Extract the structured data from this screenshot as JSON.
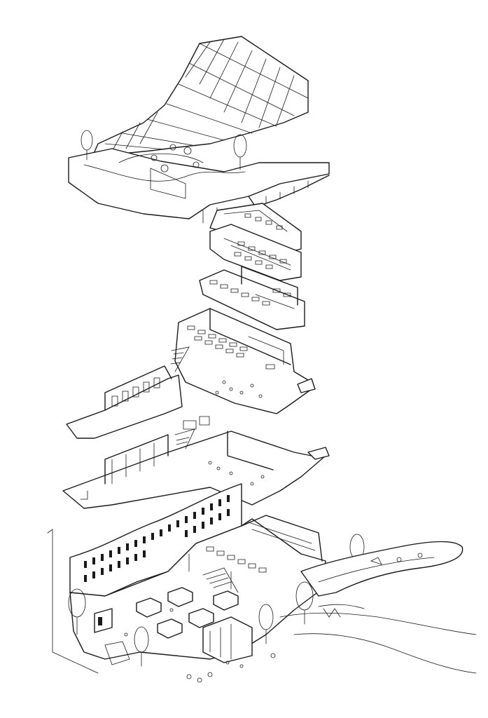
{
  "figure": {
    "type": "exploded-axonometric-drawing",
    "style": "black line drawing on white",
    "colors": {
      "ink": "#1a1a1a",
      "paper": "#ffffff"
    },
    "layers": [
      {
        "key": "roof"
      },
      {
        "key": "slab-upper-a"
      },
      {
        "key": "slab-upper-b"
      },
      {
        "key": "slab-upper-c"
      },
      {
        "key": "slab-middle"
      },
      {
        "key": "slab-gallery"
      },
      {
        "key": "slab-lower"
      },
      {
        "key": "ground-floor"
      }
    ]
  }
}
